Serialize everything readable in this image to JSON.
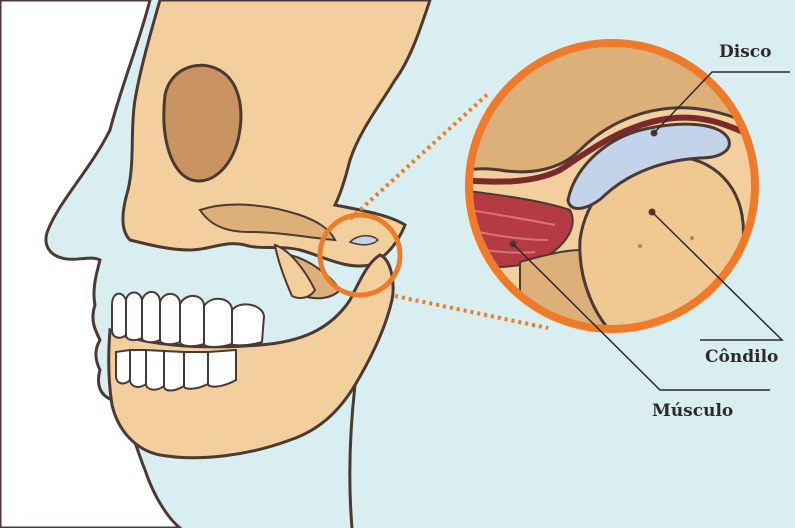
{
  "labels": {
    "disco": "Disco",
    "condilo": "Côndilo",
    "musculo": "Músculo"
  },
  "colors": {
    "background": "#d9eef0",
    "skin": "#ffffff",
    "bone": "#f2cf9c",
    "bone_shadow": "#ddb07a",
    "cavity": "#c99362",
    "outline": "#4a3a33",
    "highlight_ring": "#ef7b2a",
    "disc": "#c3d3ea",
    "muscle": "#b63a43",
    "condyle": "#f0c992",
    "teeth": "#ffffff",
    "text": "#2e2a2b"
  }
}
